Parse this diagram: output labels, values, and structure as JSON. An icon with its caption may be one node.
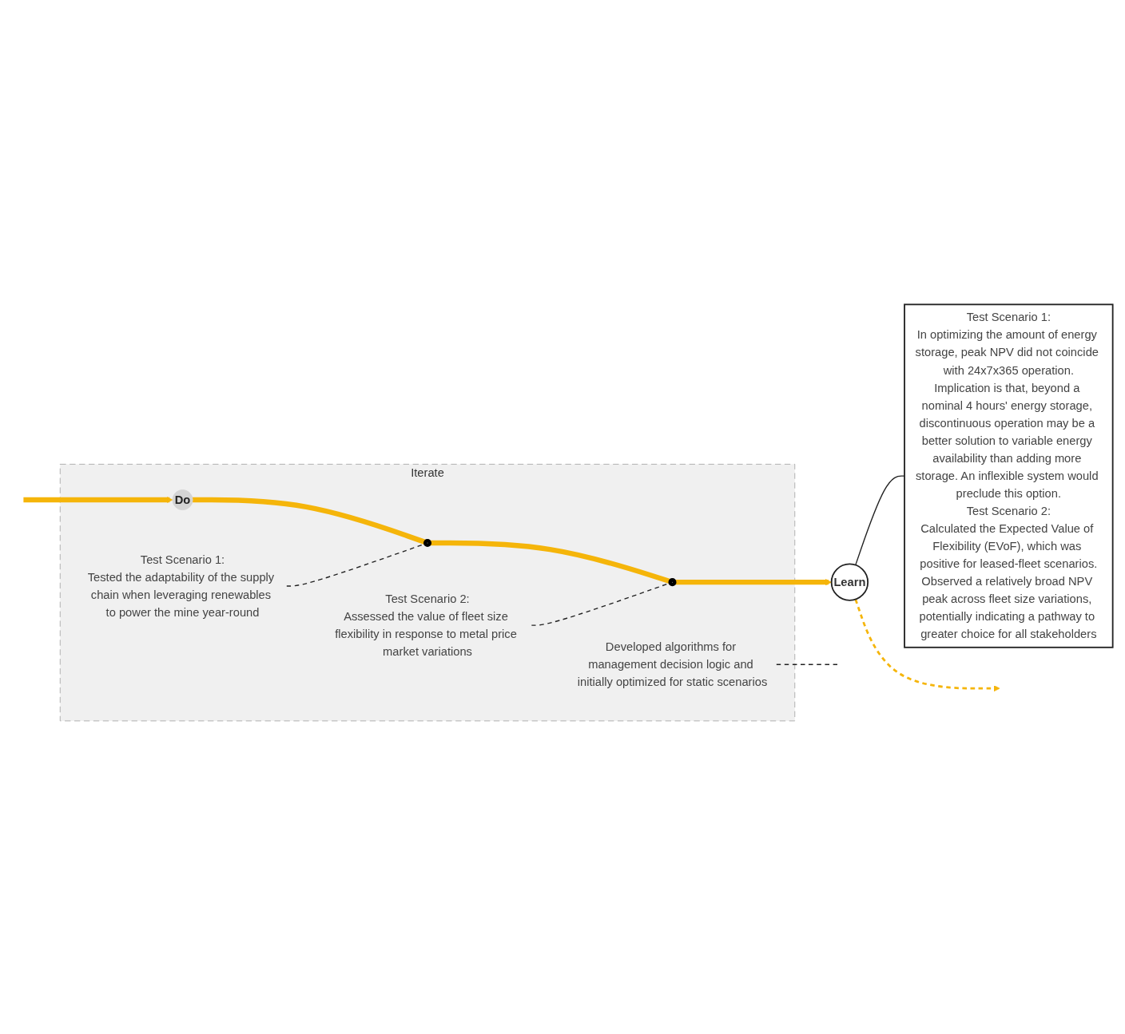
{
  "diagram": {
    "nodes": [
      {
        "text": [
          "Iterate"
        ]
      },
      {
        "text": [
          "Do"
        ],
        "in": 0
      },
      {
        "text": [],
        "shape": "circle",
        "in": 0
      },
      {
        "text": [],
        "shape": "circle",
        "in": 0
      },
      {
        "text": [
          "Test Scenario 1:",
          "Tested the adaptability of the supply chain when leveraging renewables to power the mine year-round"
        ],
        "in": 0
      },
      {
        "text": [
          "Test Scenario 2:",
          "Assessed the value of fleet size flexibility in response to metal price market variations"
        ],
        "in": 0
      },
      {
        "text": [
          "Developed algorithms for management decision logic and initially optimized for static scenarios"
        ],
        "in": 0
      },
      {
        "text": [
          "Learn"
        ]
      },
      {
        "text": [
          "Test Scenario 1:",
          "In optimizing the amount of energy storage, peak NPV did not coincide with 24x7x365 operation.",
          "Implication is that, beyond a nominal 4 hours' energy storage, discontinuous operation may be a better solution to variable energy availability than adding more storage. An inflexible system would preclude this option.",
          "Test Scenario 2:",
          "Calculated the Expected Value of Flexibility (EVoF), which was positive for leased-fleet scenarios.",
          "Observed a relatively broad NPV peak across fleet size variations, potentially indicating a pathway to greater choice for all stakeholders"
        ]
      }
    ],
    "edges": [
      {
        "from": null,
        "to": 1,
        "arrow": "to",
        "style": "thick"
      },
      {
        "from": 1,
        "to": 2,
        "arrow": "none",
        "style": "thick"
      },
      {
        "from": 2,
        "to": 3,
        "arrow": "none",
        "style": "thick"
      },
      {
        "from": 3,
        "to": 7,
        "arrow": "to",
        "style": "thick"
      },
      {
        "from": 4,
        "to": 2,
        "arrow": "none",
        "style": "dashed",
        "color": "#222222"
      },
      {
        "from": 5,
        "to": 3,
        "arrow": "none",
        "style": "dashed",
        "color": "#222222"
      },
      {
        "from": 6,
        "to": null,
        "arrow": "none",
        "style": "dashed",
        "color": "#222222"
      },
      {
        "from": 7,
        "to": 8,
        "arrow": "none",
        "color": "#222222"
      },
      {
        "from": 7,
        "to": null,
        "arrow": "to",
        "style": "dashed"
      }
    ]
  }
}
